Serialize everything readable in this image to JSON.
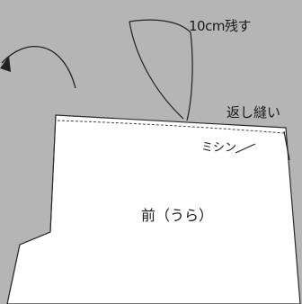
{
  "annotations": {
    "leave_10cm": "10cm残す",
    "backstitch": "返し縫い",
    "machine_stitch": "ミシン",
    "front_wrong_side": "前（うら）"
  },
  "colors": {
    "gray_fabric": "#b5b5b5",
    "white_fabric": "#ffffff",
    "outline": "#2b2b2b"
  }
}
